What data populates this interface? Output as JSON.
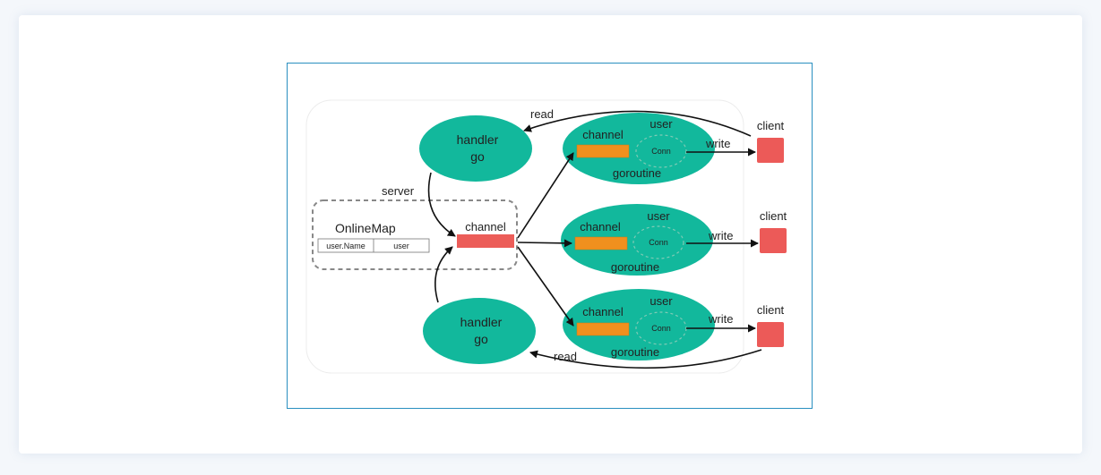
{
  "diagram": {
    "handler_top": {
      "line1": "handler",
      "line2": "go"
    },
    "handler_bottom": {
      "line1": "handler",
      "line2": "go"
    },
    "server_label": "server",
    "online_map": {
      "title": "OnlineMap",
      "col1": "user.Name",
      "col2": "user"
    },
    "center_channel_label": "channel",
    "goroutines": [
      {
        "channel_label": "channel",
        "user_label": "user",
        "conn_label": "Conn",
        "goroutine_label": "goroutine",
        "write_label": "write",
        "client_label": "client"
      },
      {
        "channel_label": "channel",
        "user_label": "user",
        "conn_label": "Conn",
        "goroutine_label": "goroutine",
        "write_label": "write",
        "client_label": "client"
      },
      {
        "channel_label": "channel",
        "user_label": "user",
        "conn_label": "Conn",
        "goroutine_label": "goroutine",
        "write_label": "write",
        "client_label": "client"
      }
    ],
    "read_top": "read",
    "read_bottom": "read",
    "colors": {
      "teal": "#12b89c",
      "channel_red": "#ec5d59",
      "channel_orange": "#f0901e",
      "client_red": "#ec5a58",
      "frame_border": "#2a8fc0"
    }
  }
}
